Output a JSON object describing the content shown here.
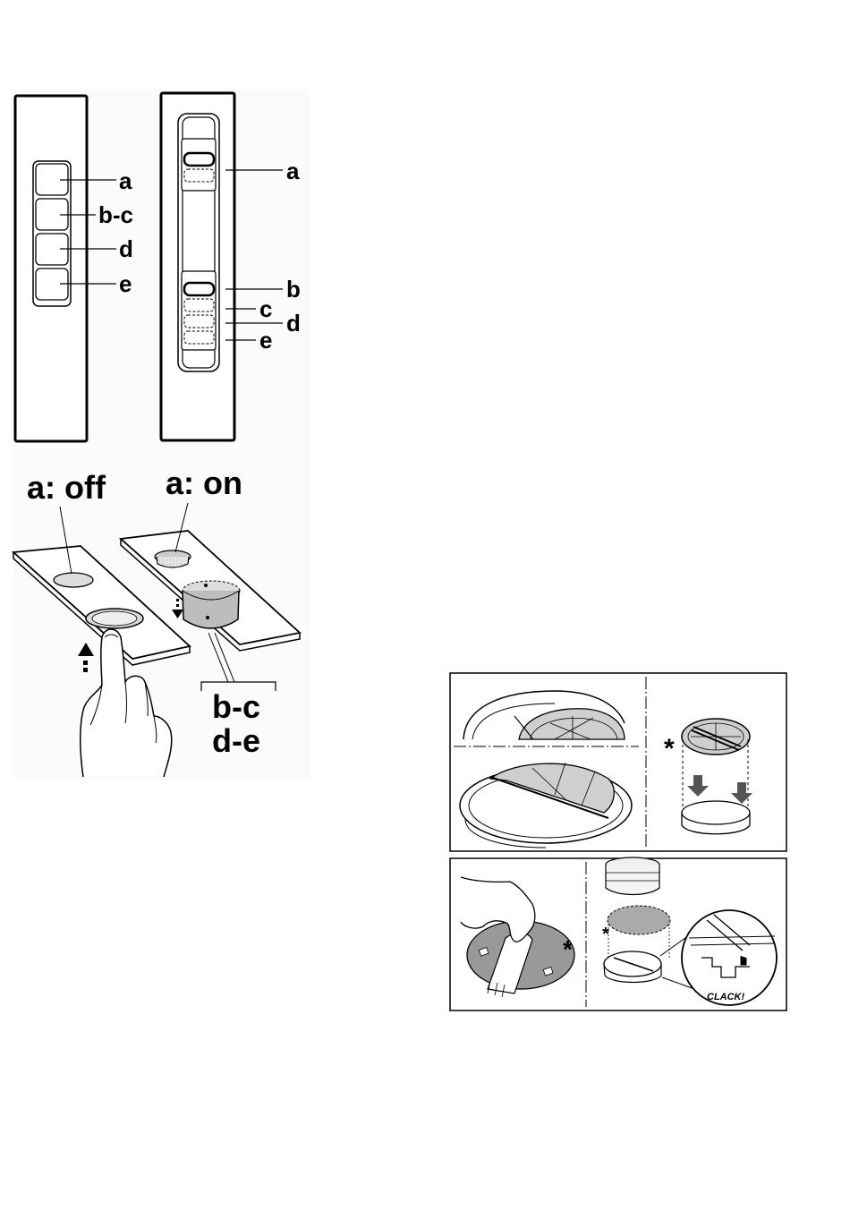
{
  "panel_left": {
    "labels": [
      "a",
      "b-c",
      "d",
      "e"
    ]
  },
  "panel_right": {
    "labels": [
      "a",
      "b",
      "c",
      "d",
      "e"
    ]
  },
  "press_diagram": {
    "off_label": "a: off",
    "on_label": "a: on",
    "group_label_1": "b-c",
    "group_label_2": "d-e"
  },
  "filter_box_top": {
    "asterisk": "*"
  },
  "filter_box_bottom": {
    "asterisk_1": "*",
    "asterisk_2": "*",
    "clack": "CLACK!"
  }
}
